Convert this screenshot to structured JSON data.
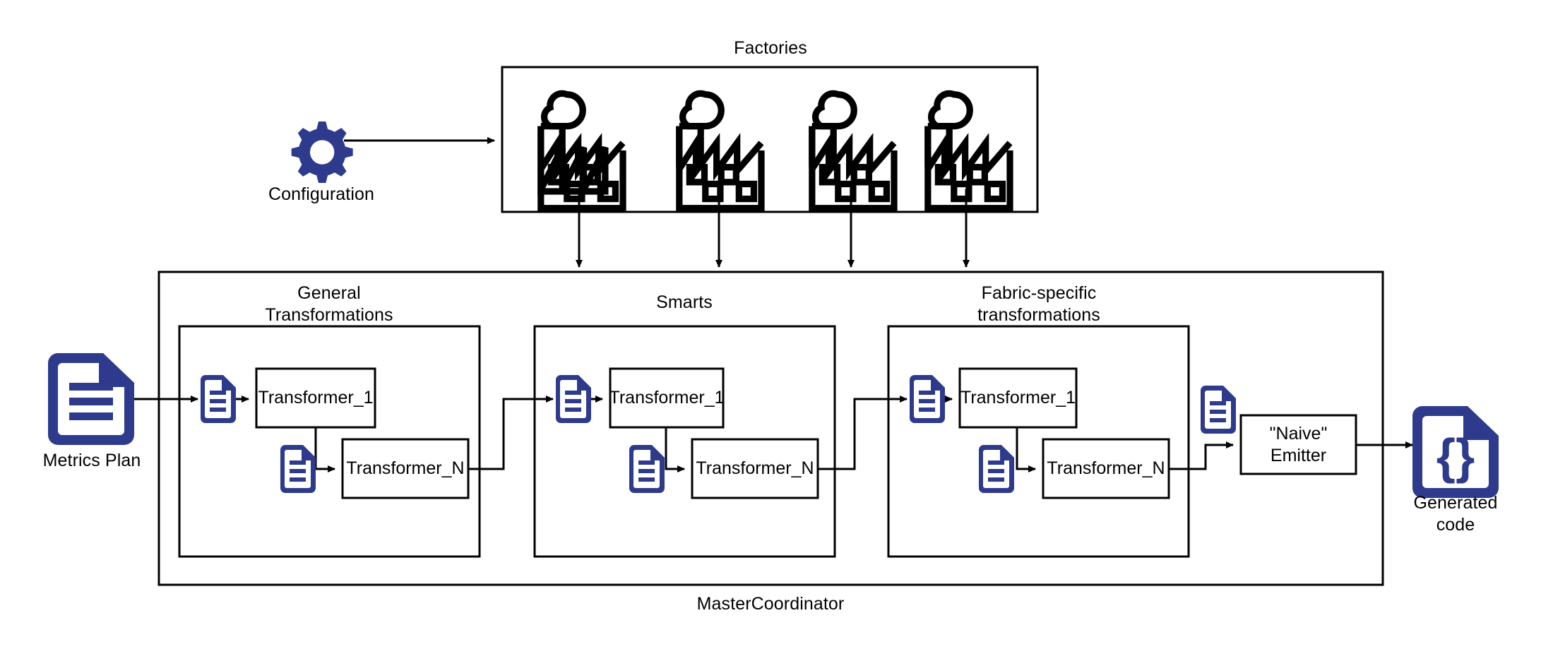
{
  "diagram": {
    "title_factories": "Factories",
    "title_master": "MasterCoordinator"
  },
  "nodes": {
    "configuration": {
      "label": "Configuration",
      "icon": "gear-icon",
      "color": "#2e3b8c"
    },
    "metrics_plan": {
      "label": "Metrics Plan",
      "icon": "document-icon",
      "color": "#2e3b8c"
    },
    "generated_code": {
      "label": "Generated\ncode",
      "icon": "code-document-icon",
      "color": "#2e3b8c"
    },
    "emitter": {
      "label": "\"Naive\"\nEmitter"
    }
  },
  "factories": {
    "container_label": "Factories",
    "items": [
      {
        "icon": "factory-icon"
      },
      {
        "icon": "factory-icon"
      },
      {
        "icon": "factory-icon"
      },
      {
        "icon": "factory-icon"
      }
    ]
  },
  "groups": [
    {
      "label": "General\nTransformations",
      "transformers": [
        {
          "label": "Transformer_1"
        },
        {
          "label": "Transformer_N"
        }
      ],
      "doc_icons": [
        "document-icon",
        "document-icon"
      ]
    },
    {
      "label": "Smarts",
      "transformers": [
        {
          "label": "Transformer_1"
        },
        {
          "label": "Transformer_N"
        }
      ],
      "doc_icons": [
        "document-icon",
        "document-icon"
      ]
    },
    {
      "label": "Fabric-specific\ntransformations",
      "transformers": [
        {
          "label": "Transformer_1"
        },
        {
          "label": "Transformer_N"
        }
      ],
      "doc_icons": [
        "document-icon",
        "document-icon"
      ]
    }
  ],
  "emitter_doc": {
    "icon": "document-icon"
  },
  "colors": {
    "accent": "#2e3b8c",
    "stroke": "#000000",
    "background": "#ffffff"
  }
}
